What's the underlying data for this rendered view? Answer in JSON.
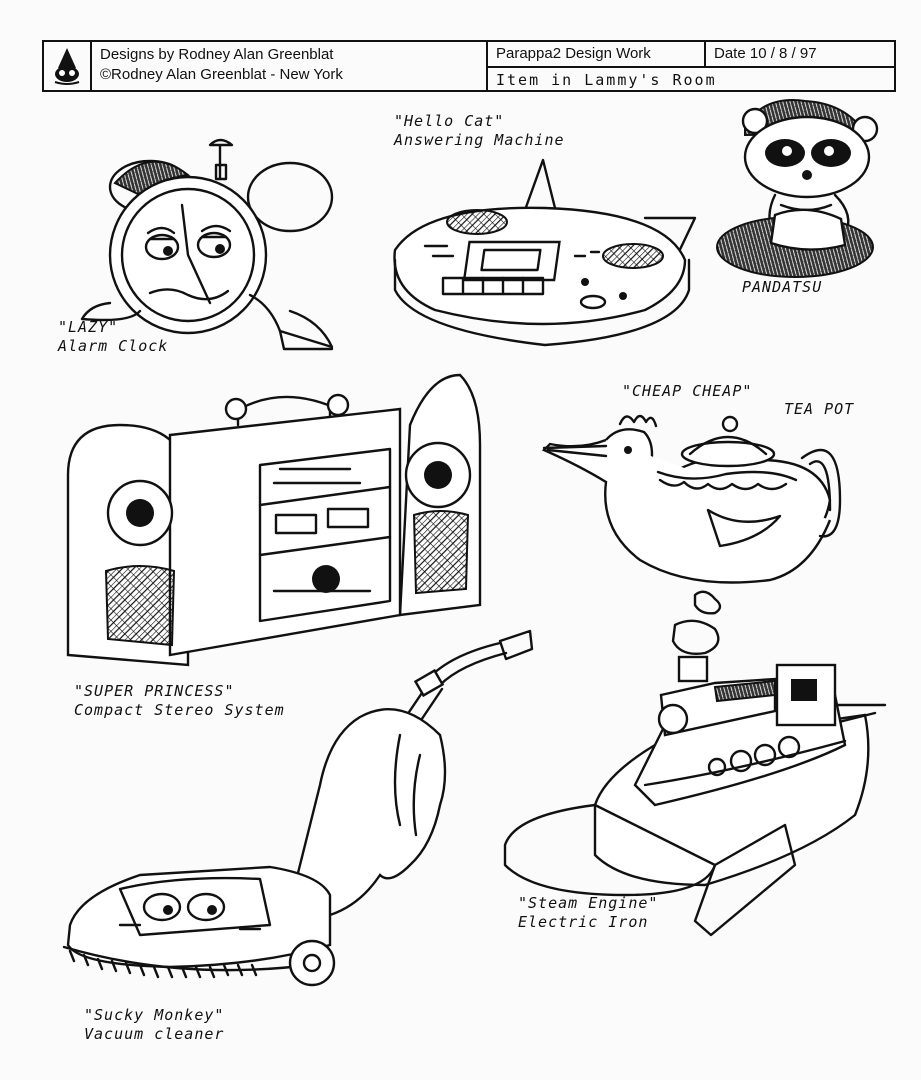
{
  "title_block": {
    "designer": "Designs by  Rodney Alan Greenblat",
    "copyright": "©Rodney Alan Greenblat - New York",
    "project": "Parappa2 Design Work",
    "date": "Date  10 / 8 / 97",
    "subject": "Item in Lammy's Room"
  },
  "items": {
    "clock": {
      "title": "\"LAZY\"",
      "subtitle": "Alarm Clock"
    },
    "answering_machine": {
      "title": "\"Hello Cat\"",
      "subtitle": "Answering Machine"
    },
    "pandatsu": {
      "title": "PANDATSU"
    },
    "teapot": {
      "title": "\"CHEAP CHEAP\"",
      "subtitle": "TEA POT"
    },
    "stereo": {
      "title": "\"SUPER PRINCESS\"",
      "subtitle": "Compact Stereo System"
    },
    "iron": {
      "title": "\"Steam Engine\"",
      "subtitle": "Electric Iron"
    },
    "vacuum": {
      "title": "\"Sucky Monkey\"",
      "subtitle": "Vacuum cleaner"
    }
  }
}
